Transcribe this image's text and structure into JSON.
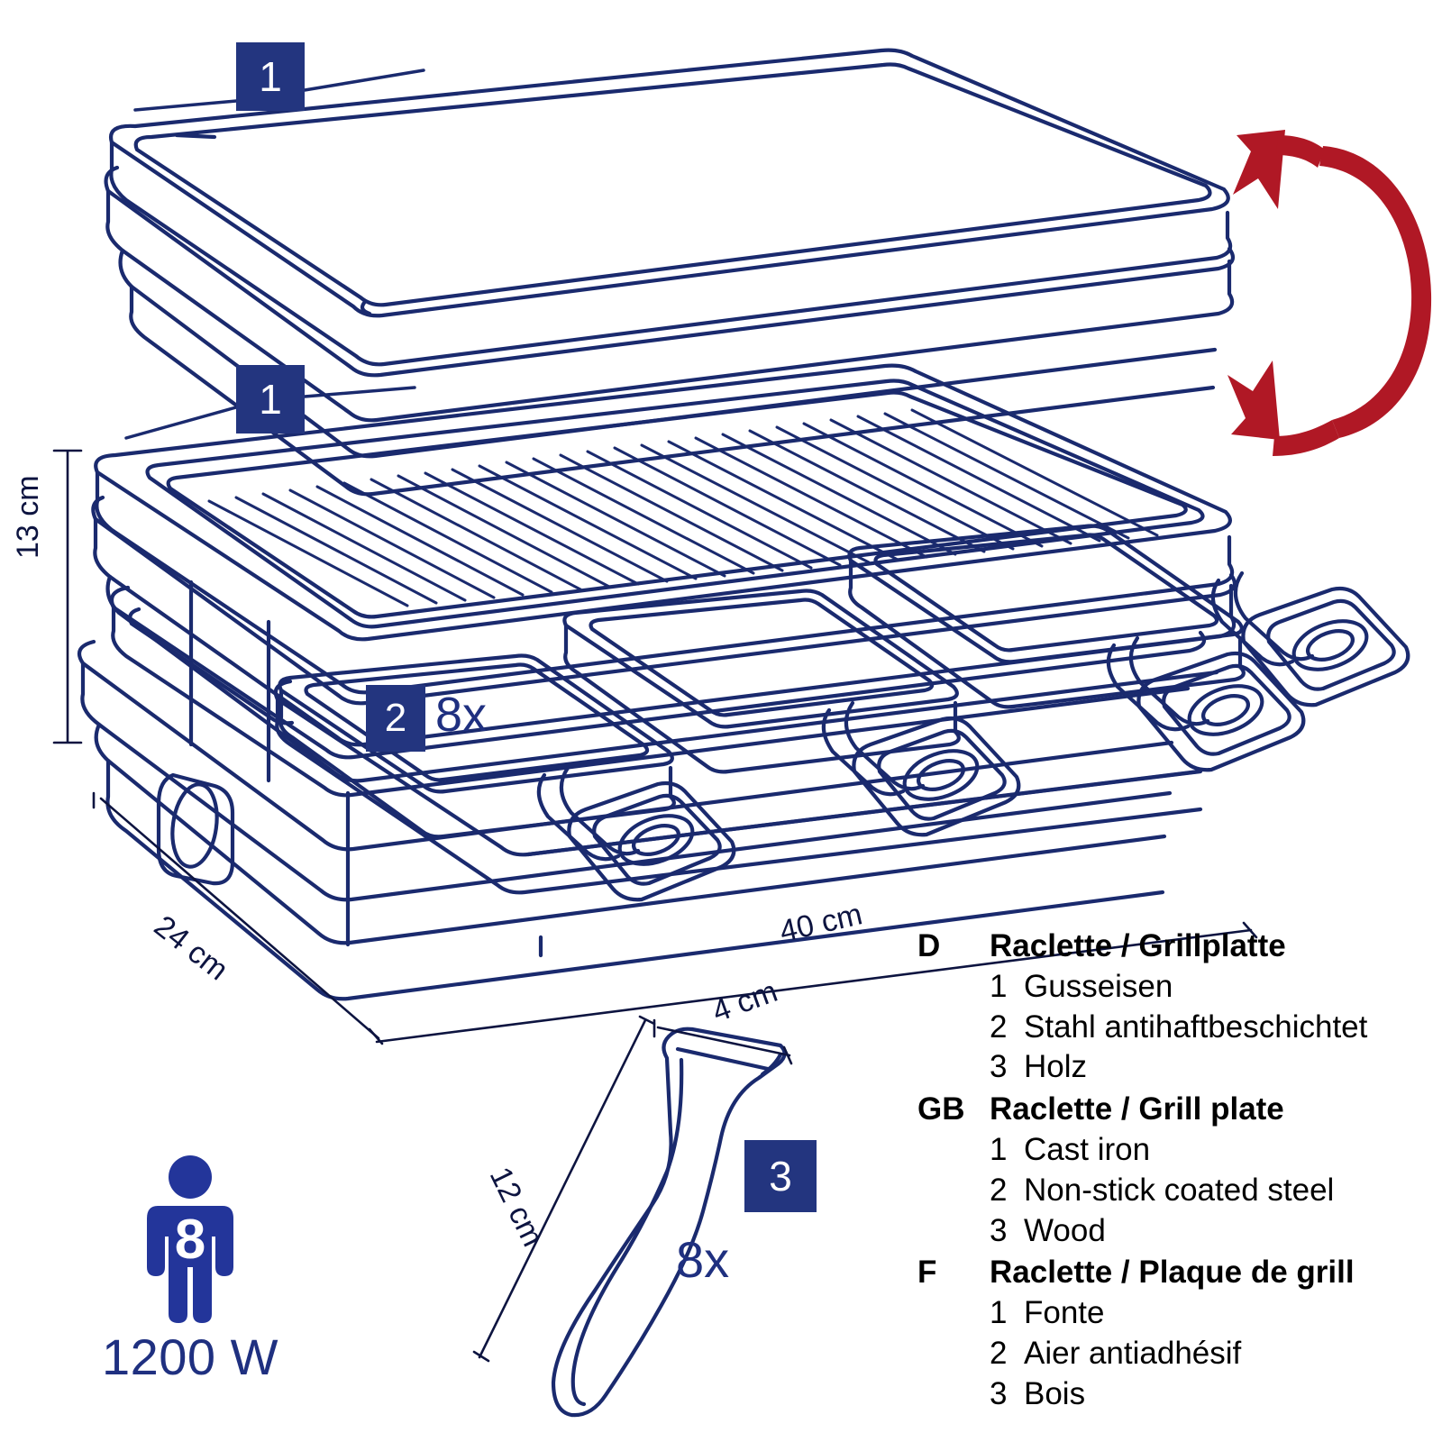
{
  "diagram": {
    "title": "Raclette grill exploded assembly diagram",
    "colors": {
      "line": "#1a2a6e",
      "badge": "#23357f",
      "badge_text": "#ffffff",
      "arrow": "#b01825",
      "accent_text": "#1f3080",
      "legend_text": "#000000",
      "background": "#ffffff"
    },
    "badges": [
      {
        "label": "1",
        "name": "plate-top-smooth"
      },
      {
        "label": "1",
        "name": "plate-bottom-grill"
      },
      {
        "label": "2",
        "name": "raclette-pans"
      },
      {
        "label": "3",
        "name": "wooden-spatula"
      }
    ],
    "multipliers": {
      "pans": "8x",
      "spatulas": "8x"
    },
    "dimensions": {
      "height": "13 cm",
      "depth": "24 cm",
      "width": "40 cm",
      "spatula_length": "12 cm",
      "spatula_width": "4 cm"
    },
    "power": {
      "persons": "8",
      "wattage": "1200 W"
    }
  },
  "legend": {
    "groups": [
      {
        "lang": "D",
        "title": "Raclette / Grillplatte",
        "items": [
          {
            "num": "1",
            "text": "Gusseisen"
          },
          {
            "num": "2",
            "text": "Stahl antihaftbeschichtet"
          },
          {
            "num": "3",
            "text": "Holz"
          }
        ]
      },
      {
        "lang": "GB",
        "title": "Raclette / Grill plate",
        "items": [
          {
            "num": "1",
            "text": "Cast iron"
          },
          {
            "num": "2",
            "text": "Non-stick coated steel"
          },
          {
            "num": "3",
            "text": "Wood"
          }
        ]
      },
      {
        "lang": "F",
        "title": "Raclette / Plaque de grill",
        "items": [
          {
            "num": "1",
            "text": "Fonte"
          },
          {
            "num": "2",
            "text": "Aier antiadhésif"
          },
          {
            "num": "3",
            "text": "Bois"
          }
        ]
      }
    ]
  }
}
